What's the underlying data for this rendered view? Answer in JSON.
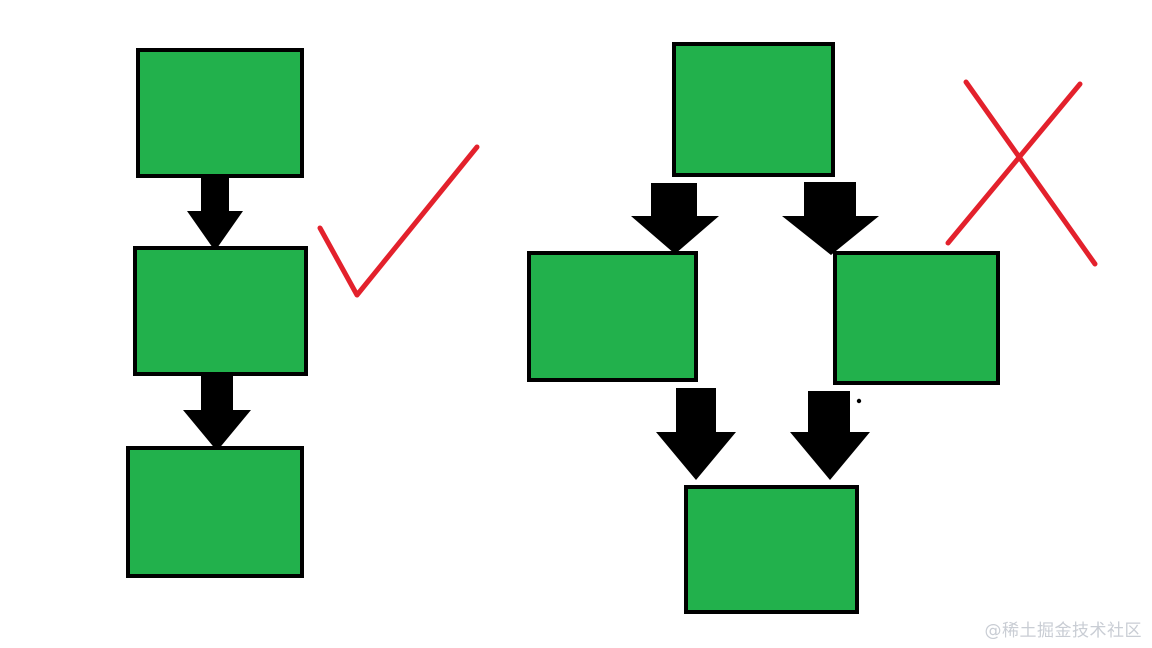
{
  "diagram": {
    "left_panel": {
      "description_mark": "check-mark",
      "nodes": [
        "box-1",
        "box-2",
        "box-3"
      ],
      "edges": [
        [
          "box-1",
          "box-2"
        ],
        [
          "box-2",
          "box-3"
        ]
      ],
      "mark_color": "#e3212c"
    },
    "right_panel": {
      "description_mark": "cross-mark",
      "nodes": [
        "box-top",
        "box-left",
        "box-right",
        "box-bottom"
      ],
      "edges": [
        [
          "box-top",
          "box-left"
        ],
        [
          "box-top",
          "box-right"
        ],
        [
          "box-left",
          "box-bottom"
        ],
        [
          "box-right",
          "box-bottom"
        ]
      ],
      "mark_color": "#e3212c"
    },
    "colors": {
      "box_fill": "#22b14c",
      "box_stroke": "#000000",
      "arrow_fill": "#000000",
      "mark": "#e3212c"
    }
  },
  "watermark": {
    "text": "@稀土掘金技术社区"
  }
}
